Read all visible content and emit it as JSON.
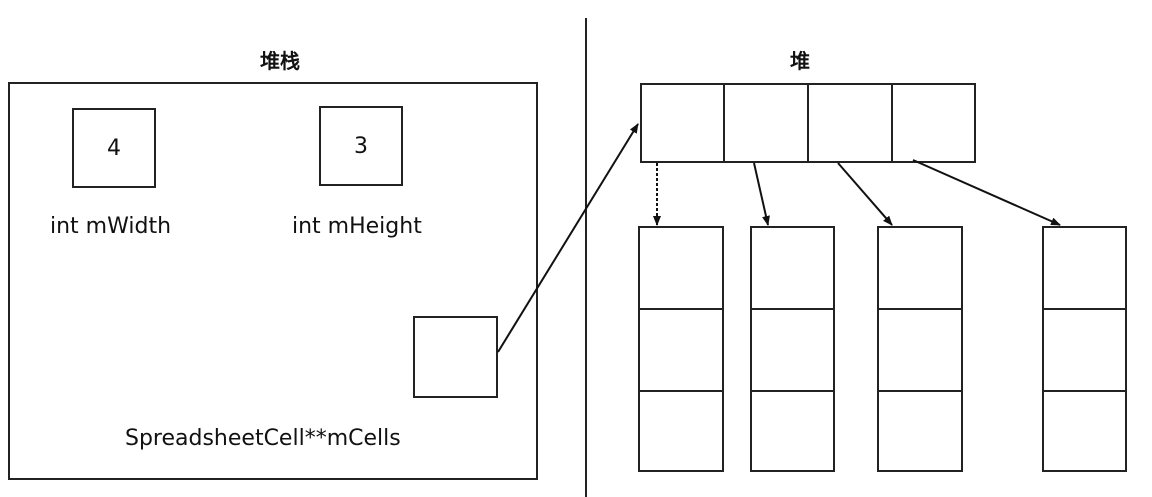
{
  "stack": {
    "title": "堆栈",
    "width_value": "4",
    "width_label": "int mWidth",
    "height_value": "3",
    "height_label": "int mHeight",
    "cells_label": "SpreadsheetCell**mCells"
  },
  "heap": {
    "title": "堆",
    "pointer_array_length": 4,
    "column_cell_counts": [
      3,
      3,
      3,
      3
    ]
  }
}
